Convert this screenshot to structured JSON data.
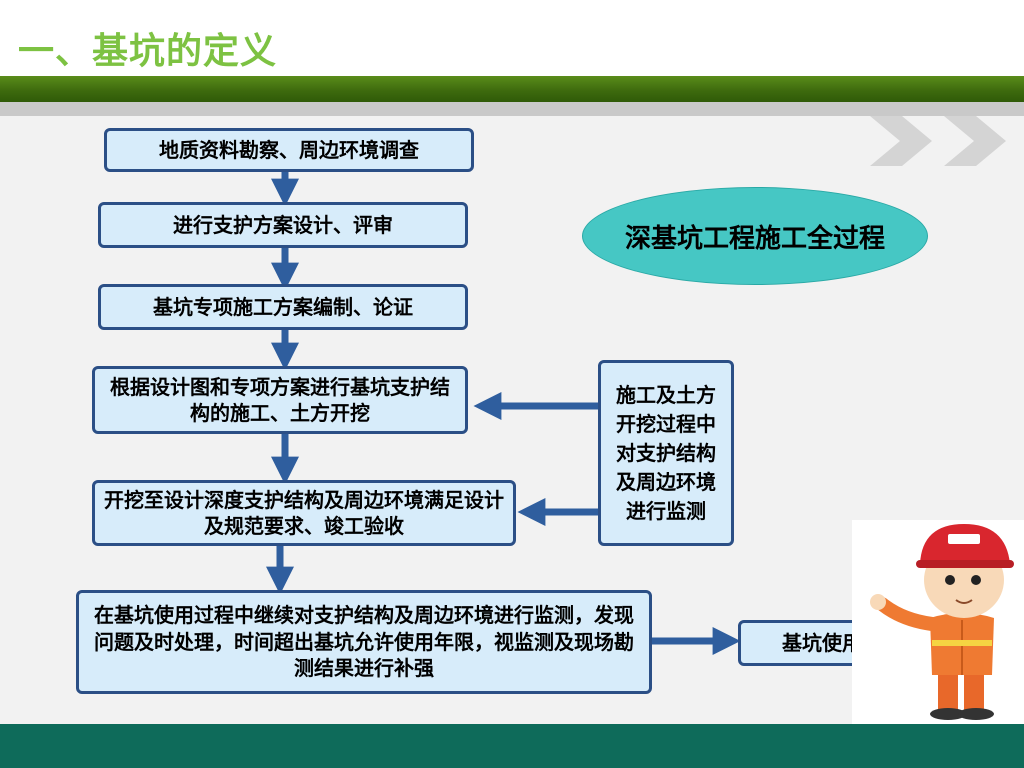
{
  "slide": {
    "title": "一、基坑的定义"
  },
  "oval": {
    "text": "深基坑工程施工全过程"
  },
  "steps": [
    {
      "text": "地质资料勘察、周边环境调查"
    },
    {
      "text": "进行支护方案设计、评审"
    },
    {
      "text": "基坑专项施工方案编制、论证"
    },
    {
      "text": "根据设计图和专项方案进行基坑支护结构的施工、土方开挖"
    },
    {
      "text": "开挖至设计深度支护结构及周边环境满足设计及规范要求、竣工验收"
    },
    {
      "text": "在基坑使用过程中继续对支护结构及周边环境进行监测，发现问题及时处理，时间超出基坑允许使用年限，视监测及现场勘测结果进行补强"
    }
  ],
  "side_box": {
    "text": "施工及土方开挖过程中对支护结构及周边环境进行监测"
  },
  "end_box": {
    "text": "基坑使用完毕，回填"
  },
  "colors": {
    "title": "#7dc242",
    "box_fill": "#d7ecfa",
    "box_border": "#2b4f86",
    "arrow": "#2f5e9e",
    "oval_fill": "#46c7c4",
    "footer": "#0e6b5a"
  }
}
